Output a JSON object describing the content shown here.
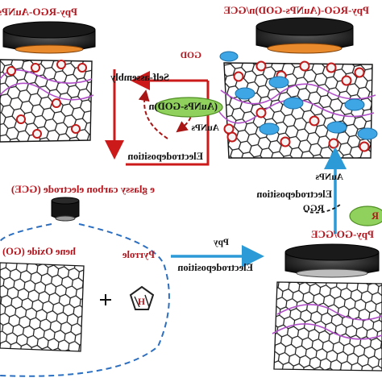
{
  "labels": {
    "final_electrode": "Ppy-RGO-(AuNPs-GOD)n/GCE",
    "intermediate_electrode": "Ppy-RGO-AuNPs/GCE",
    "god": "GOD",
    "self_assembly": "Self-assembly",
    "aunps_god": "(AuNPs-GOD)n",
    "aunps": "AuNPs",
    "electrodeposition_top": "Electrodeposition",
    "bare_gce": "e glassy carbon electrode (GCE)",
    "aunps_side": "AuNPs",
    "electrodeposition_right": "Electrodeposition",
    "rgo": "RGO",
    "bubble_letter": "R",
    "ppy_go_gce": "Ppy-GO/GCE",
    "ppy": "Ppy",
    "electrodeposition_middle": "Electrodeposition",
    "graphene_oxide": "hene Oxide (GO)",
    "pyrrole": "Pyrrole",
    "pyrrole_nh": "H"
  },
  "colors": {
    "label_red": "#b5141c",
    "arrow_red": "#cc1a1a",
    "arrow_blue": "#2c9ad6",
    "god_blue": "#3fa6e6",
    "complex_green": "#8fd15c",
    "ppy_purple": "#b04fc8",
    "electrode_orange": "#e98a2c"
  }
}
